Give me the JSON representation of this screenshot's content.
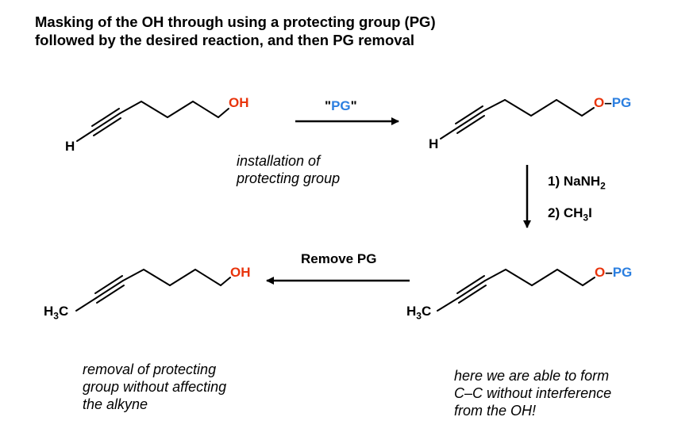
{
  "title": {
    "line1": "Masking of the OH through using a protecting group (PG)",
    "line2": "followed by the desired reaction, and then PG removal"
  },
  "molecules": {
    "m1": {
      "h": "H",
      "group": "OH"
    },
    "m2": {
      "h": "H",
      "o": "O",
      "dash": "–",
      "pg": "PG"
    },
    "m3": {
      "ch3": "H",
      "sub3": "3",
      "c": "C",
      "o": "O",
      "dash": "–",
      "pg": "PG"
    },
    "m4": {
      "ch3": "H",
      "sub3": "3",
      "c": "C",
      "group": "OH"
    }
  },
  "steps": {
    "install": {
      "quote_open": "\"",
      "pg": "PG",
      "quote_close": "\""
    },
    "step1": {
      "text": "1) NaNH",
      "sub": "2"
    },
    "step2": {
      "text": "2) CH",
      "sub": "3",
      "tail": "I"
    },
    "remove": {
      "label": "Remove PG"
    }
  },
  "captions": {
    "install": [
      "installation of",
      "protecting group"
    ],
    "removal": [
      "removal of protecting",
      "group without affecting",
      "the alkyne"
    ],
    "cc": [
      "here we are able to form",
      "C–C without interference",
      "from the OH!"
    ]
  },
  "colors": {
    "oxygen": "#e8340c",
    "pg": "#2b7fe0"
  }
}
